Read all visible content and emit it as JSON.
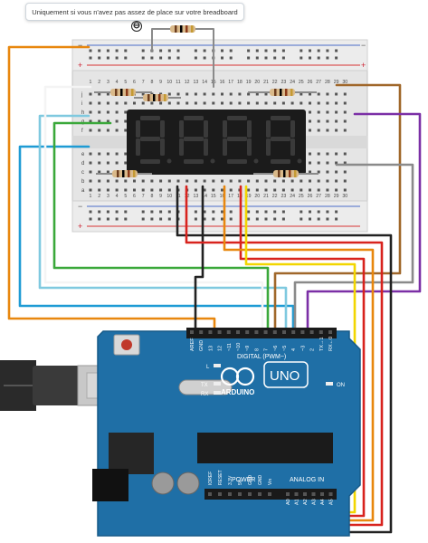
{
  "annotation": {
    "note_text": "Uniquement si vous n'avez pas assez de place sur votre breadboard",
    "zoom_button": "⊖"
  },
  "display": {
    "digits": [
      "8.",
      "8.",
      "8.",
      "8."
    ]
  },
  "breadboard": {
    "rail_plus": "+",
    "rail_minus": "−",
    "column_numbers": [
      "1",
      "2",
      "3",
      "4",
      "5",
      "6",
      "7",
      "8",
      "9",
      "10",
      "11",
      "12",
      "13",
      "14",
      "15",
      "16",
      "17",
      "18",
      "19",
      "20",
      "21",
      "22",
      "23",
      "24",
      "25",
      "26",
      "27",
      "28",
      "29",
      "30"
    ],
    "row_letters_top": [
      "j",
      "i",
      "h",
      "g",
      "f"
    ],
    "row_letters_bottom": [
      "e",
      "d",
      "c",
      "b",
      "a"
    ]
  },
  "arduino": {
    "brand": "ARDUINO",
    "model": "UNO",
    "on_label": "ON",
    "digital_label": "DIGITAL (PWM~)",
    "analog_label": "ANALOG IN",
    "power_label": "POWER",
    "l_label": "L",
    "tx_label": "TX",
    "rx_label": "RX",
    "top_pins": [
      "AREF",
      "GND",
      "13",
      "12",
      "~11",
      "~10",
      "~9",
      "8",
      "7",
      "~6",
      "~5",
      "4",
      "~3",
      "2",
      "TX→1",
      "RX←0"
    ],
    "power_pins": [
      "IOREF",
      "RESET",
      "3.3V",
      "5V",
      "GND",
      "GND",
      "Vin"
    ],
    "analog_pins": [
      "A0",
      "A1",
      "A2",
      "A3",
      "A4",
      "A5"
    ]
  },
  "colors": {
    "wire_orange": "#e8870e",
    "wire_red": "#d8231e",
    "wire_yellow": "#f2d600",
    "wire_black": "#222222",
    "wire_brown": "#a0672a",
    "wire_purple": "#7b2fa6",
    "wire_green": "#3aa83a",
    "wire_cyan": "#1e9bd4",
    "wire_lightblue": "#7fc9df",
    "wire_gray": "#8a8a8a",
    "wire_white": "#f4f4f4",
    "board_blue": "#1f6fa6",
    "display_body": "#1b1b1b",
    "segment": "#3a3a3a"
  }
}
